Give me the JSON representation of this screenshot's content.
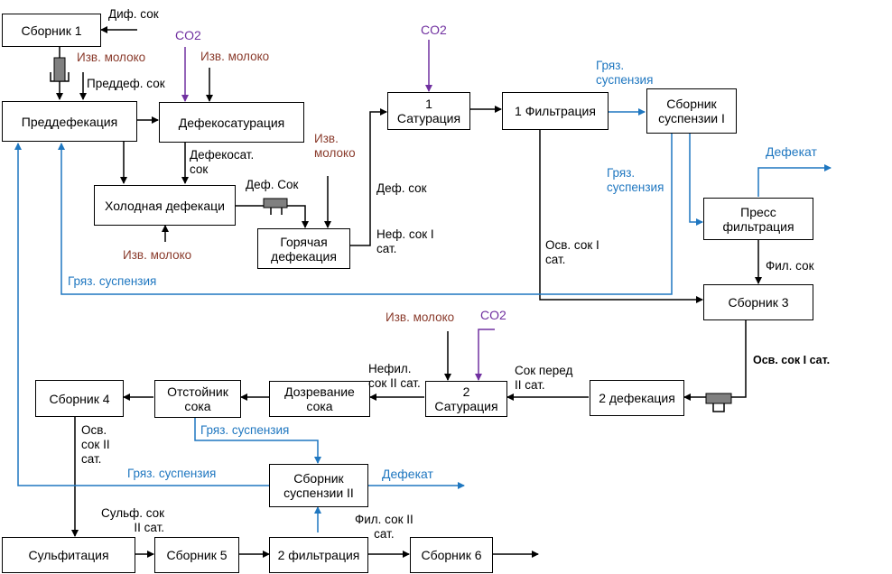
{
  "boxes": {
    "sbornik1": "Сборник 1",
    "predefekacia": "Преддефекация",
    "defekosaturacia": "Дефекосатурация",
    "holodnaya": "Холодная дефекаци",
    "goryachaya": "Горячая\nдефекация",
    "saturacia1": "1\nСатурация",
    "filtracia1": "1 Фильтрация",
    "sbornik_susp1": "Сборник\nсуспензии I",
    "press": "Пресс\nфильтрация",
    "sbornik3": "Сборник 3",
    "defekacia2": "2 дефекация",
    "saturacia2": "2\nСатурация",
    "dozrevanie": "Дозревание\nсока",
    "otstoynik": "Отстойник\nсока",
    "sbornik4": "Сборник 4",
    "sbornik_susp2": "Сборник\nсуспензии II",
    "sulfitacia": "Сульфитация",
    "sbornik5": "Сборник 5",
    "filtracia2": "2 фильтрация",
    "sbornik6": "Сборник 6"
  },
  "labels": {
    "dif_sok": "Диф. сок",
    "izv_moloko": "Изв. молоко",
    "co2": "CO2",
    "preddef_sok": "Преддеф. сок",
    "defekosat_sok": "Дефекосат.\nсок",
    "def_sok_cap": "Деф. Сок",
    "def_sok": "Деф. сок",
    "nef_sok_1": "Неф. сок I\nсат.",
    "gryaz_susp_top": "Гряз.\nсуспензия",
    "gryaz_susp": "Гряз. суспензия",
    "defekat": "Дефекат",
    "osv_sok_1_left": "Осв. сок I\nсат.",
    "fil_sok": "Фил. сок",
    "osv_sok_1_bold": "Осв. сок I сат.",
    "sok_pered_2": "Сок перед\nII сат.",
    "nefil_sok_2": "Нефил.\nсок II сат.",
    "osv_sok_2": "Осв.\nсок II\nсат.",
    "sulf_sok_2": "Сульф. сок\nII сат.",
    "fil_sok_2": "Фил. сок II\nсат."
  },
  "colors": {
    "line": "#000000",
    "blue": "#1f77c0",
    "brown": "#8a3b2c",
    "purple": "#7030a0",
    "filter": "#808080"
  }
}
